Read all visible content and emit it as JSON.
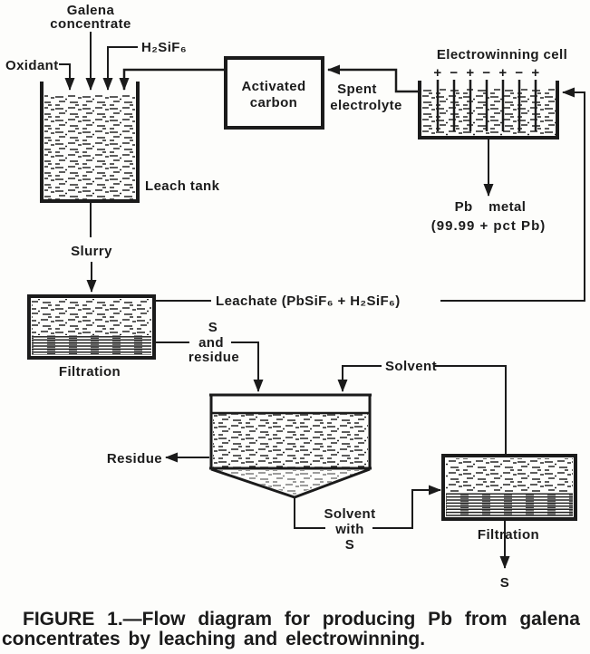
{
  "colors": {
    "ink": "#1b1b1b",
    "paper": "#fdfdfb"
  },
  "feeds": {
    "galena_line1": "Galena",
    "galena_line2": "concentrate",
    "acid": "H₂SiF₆",
    "oxidant": "Oxidant"
  },
  "leach": {
    "label": "Leach tank",
    "slurry": "Slurry"
  },
  "carbon": {
    "line1": "Activated",
    "line2": "carbon"
  },
  "spent": {
    "line1": "Spent",
    "line2": "electrolyte"
  },
  "cell": {
    "title": "Electrowinning cell",
    "polarity": [
      "+",
      "−",
      "+",
      "−",
      "+",
      "−",
      "+"
    ],
    "product_line1": "Pb metal",
    "product_line2": "(99.99 + pct Pb)"
  },
  "filtration1": {
    "label": "Filtration",
    "leachate": "Leachate (PbSiF₆ + H₂SiF₆)",
    "cake_line1": "S",
    "cake_line2": "and",
    "cake_line3": "residue"
  },
  "thickener": {
    "residue": "Residue",
    "solvent": "Solvent",
    "underflow_line1": "Solvent",
    "underflow_line2": "with",
    "underflow_line3": "S"
  },
  "filtration2": {
    "label": "Filtration",
    "product": "S"
  },
  "caption": {
    "line1": "FIGURE 1.—Flow diagram for producing Pb from galena",
    "line2": "concentrates by leaching and electrowinning."
  }
}
